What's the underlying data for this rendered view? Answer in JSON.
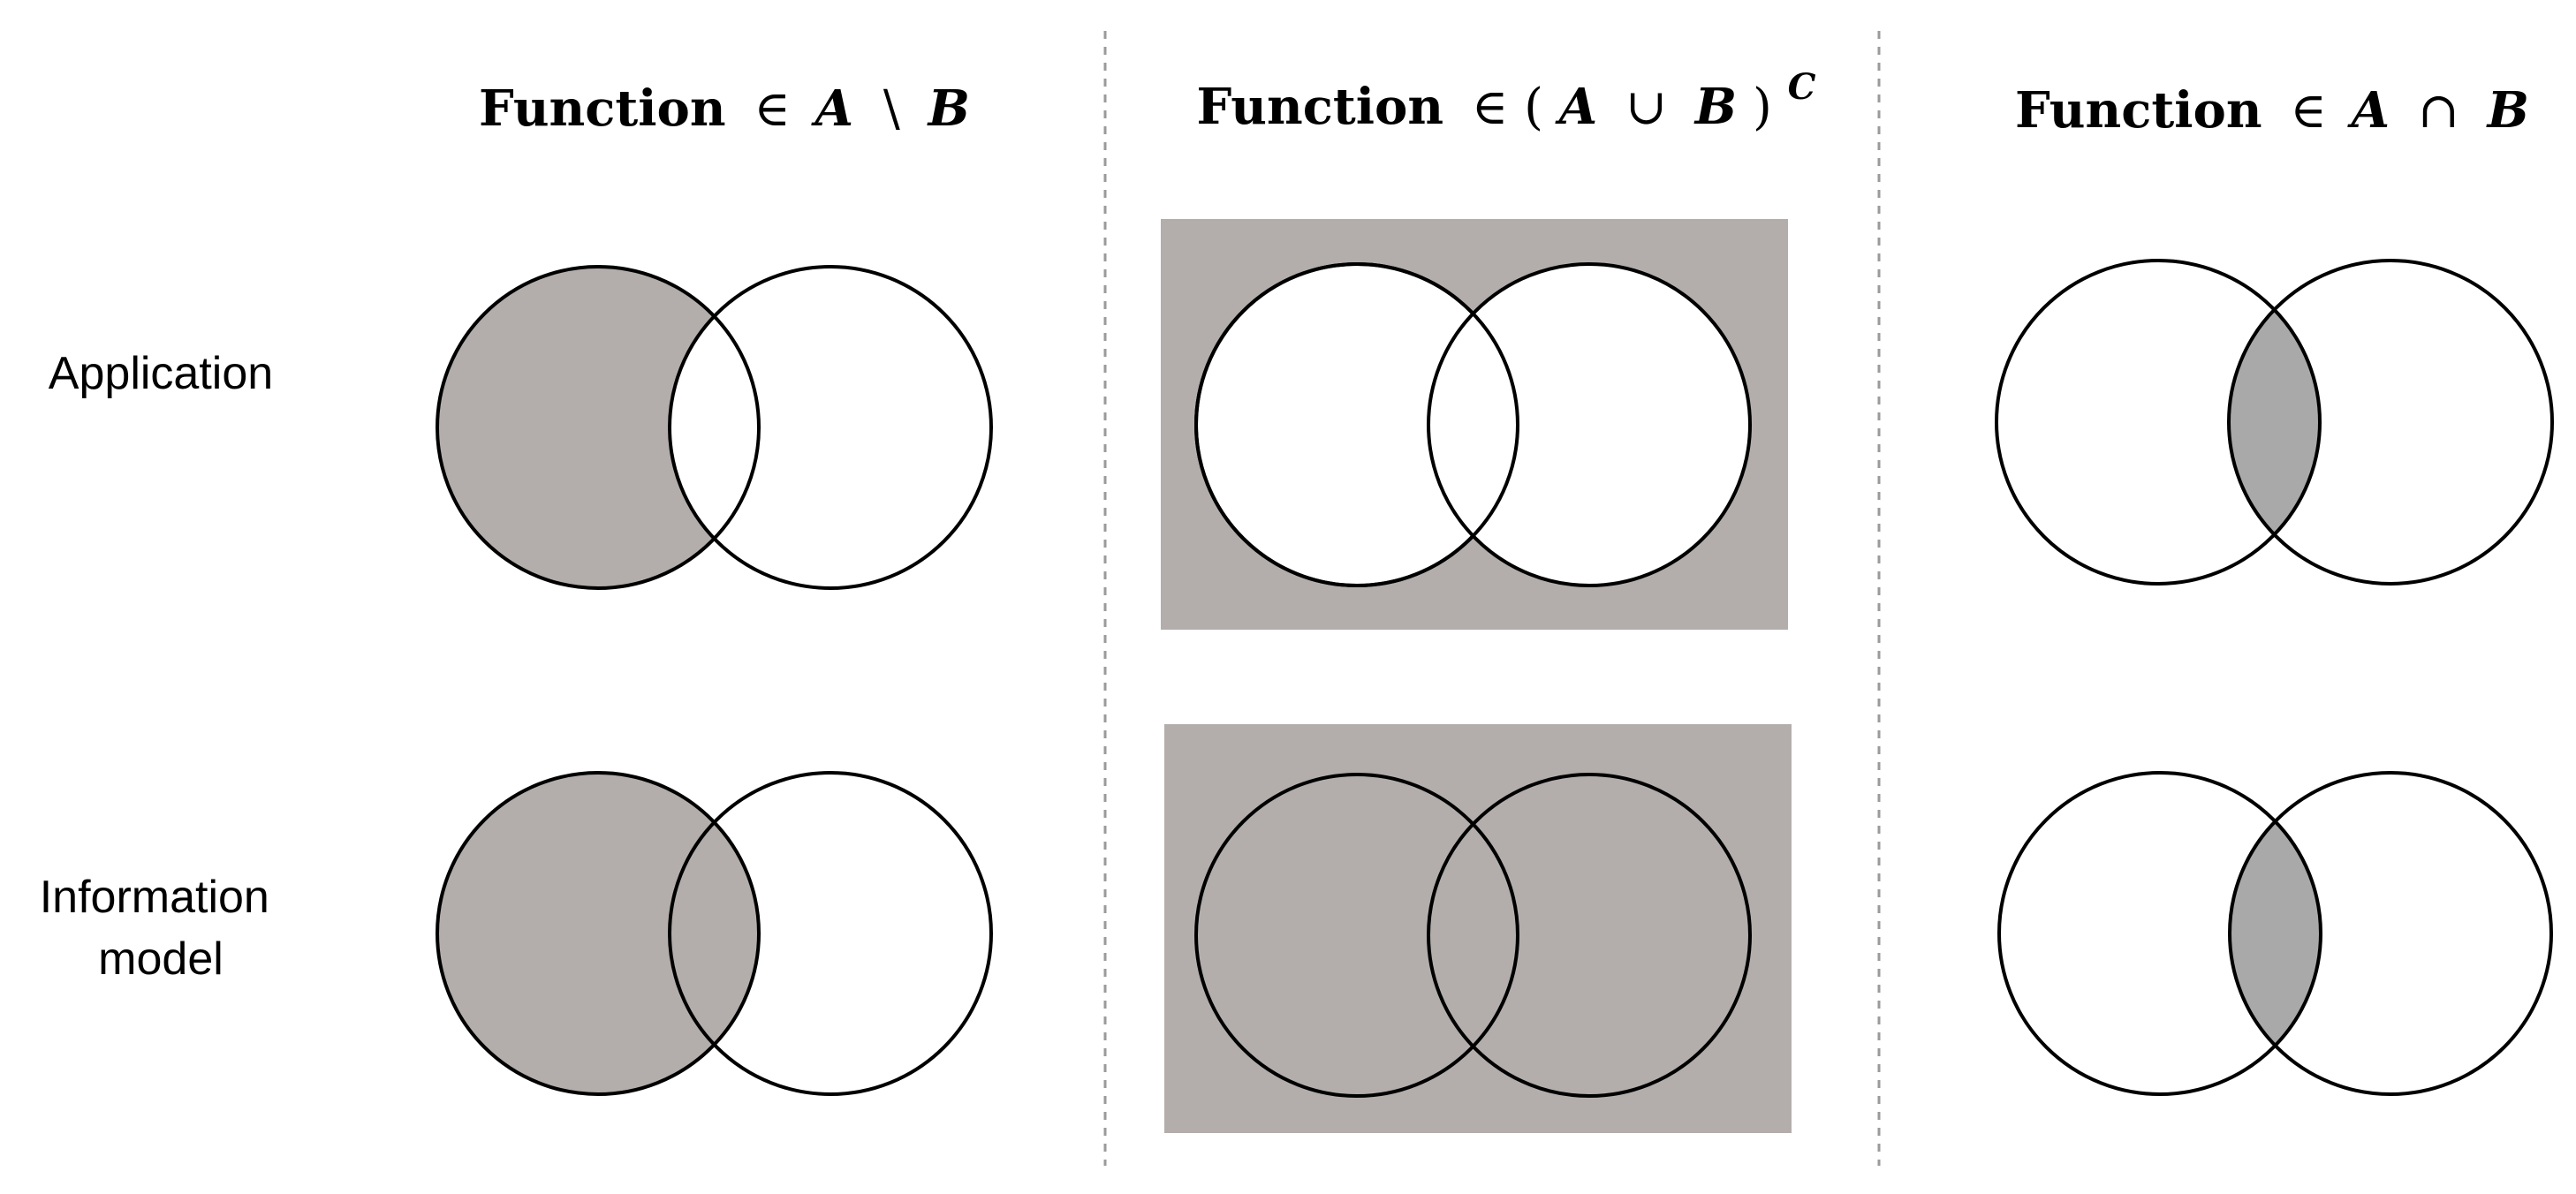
{
  "columns": [
    {
      "prefix": "Function",
      "op1": "∈",
      "setA": "A",
      "op2": "\\",
      "setB": "B",
      "close": "",
      "sup": ""
    },
    {
      "prefix": "Function",
      "op1": "∈ (",
      "setA": "A",
      "op2": "∪",
      "setB": "B",
      "close": ")",
      "sup": "C"
    },
    {
      "prefix": "Function",
      "op1": "∈",
      "setA": "A",
      "op2": "∩",
      "setB": "B",
      "close": "",
      "sup": ""
    }
  ],
  "rows": [
    {
      "label_lines": [
        "Application"
      ]
    },
    {
      "label_lines": [
        "Information",
        "model"
      ]
    }
  ],
  "colors": {
    "shade": "#b3aeac",
    "shade_intersection": "#a9a9a9",
    "outline": "#000000",
    "divider": "#9a9a9a",
    "background": "#ffffff"
  }
}
